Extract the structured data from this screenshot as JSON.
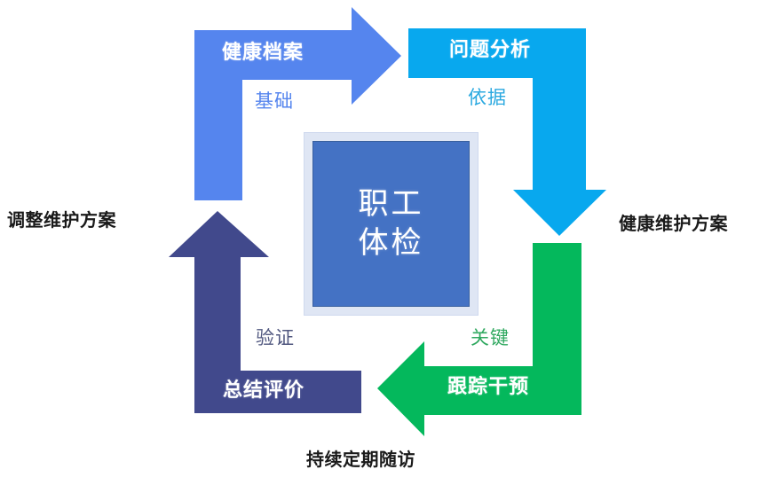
{
  "diagram": {
    "title_center": "职工\n体检",
    "center_line1": "职工",
    "center_line2": "体检",
    "colors": {
      "blue": "#5585EE",
      "cyan": "#08A8EE",
      "green": "#04B85C",
      "dark_blue": "#41498C",
      "center_fill": "#4472C4",
      "center_frame": "#DFE6F4",
      "caption_text": "#1A1A1A",
      "shape_text": "#FFFFFF"
    },
    "steps": [
      {
        "id": "health-record",
        "label": "健康档案",
        "sub_label": "基础",
        "sub_color": "#5585EE",
        "color": "#5585EE"
      },
      {
        "id": "problem-analysis",
        "label": "问题分析",
        "sub_label": "依据",
        "sub_color": "#08A8EE",
        "color": "#08A8EE"
      },
      {
        "id": "tracking-intervention",
        "label": "跟踪干预",
        "sub_label": "关键",
        "sub_color": "#04B85C",
        "color": "#04B85C"
      },
      {
        "id": "summary-evaluation",
        "label": "总结评价",
        "sub_label": "验证",
        "sub_color": "#41498C",
        "color": "#41498C"
      }
    ],
    "outer_captions": [
      {
        "id": "left",
        "text": "调整维护方案"
      },
      {
        "id": "right",
        "text": "健康维护方案"
      },
      {
        "id": "bottom",
        "text": "持续定期随访"
      }
    ]
  }
}
